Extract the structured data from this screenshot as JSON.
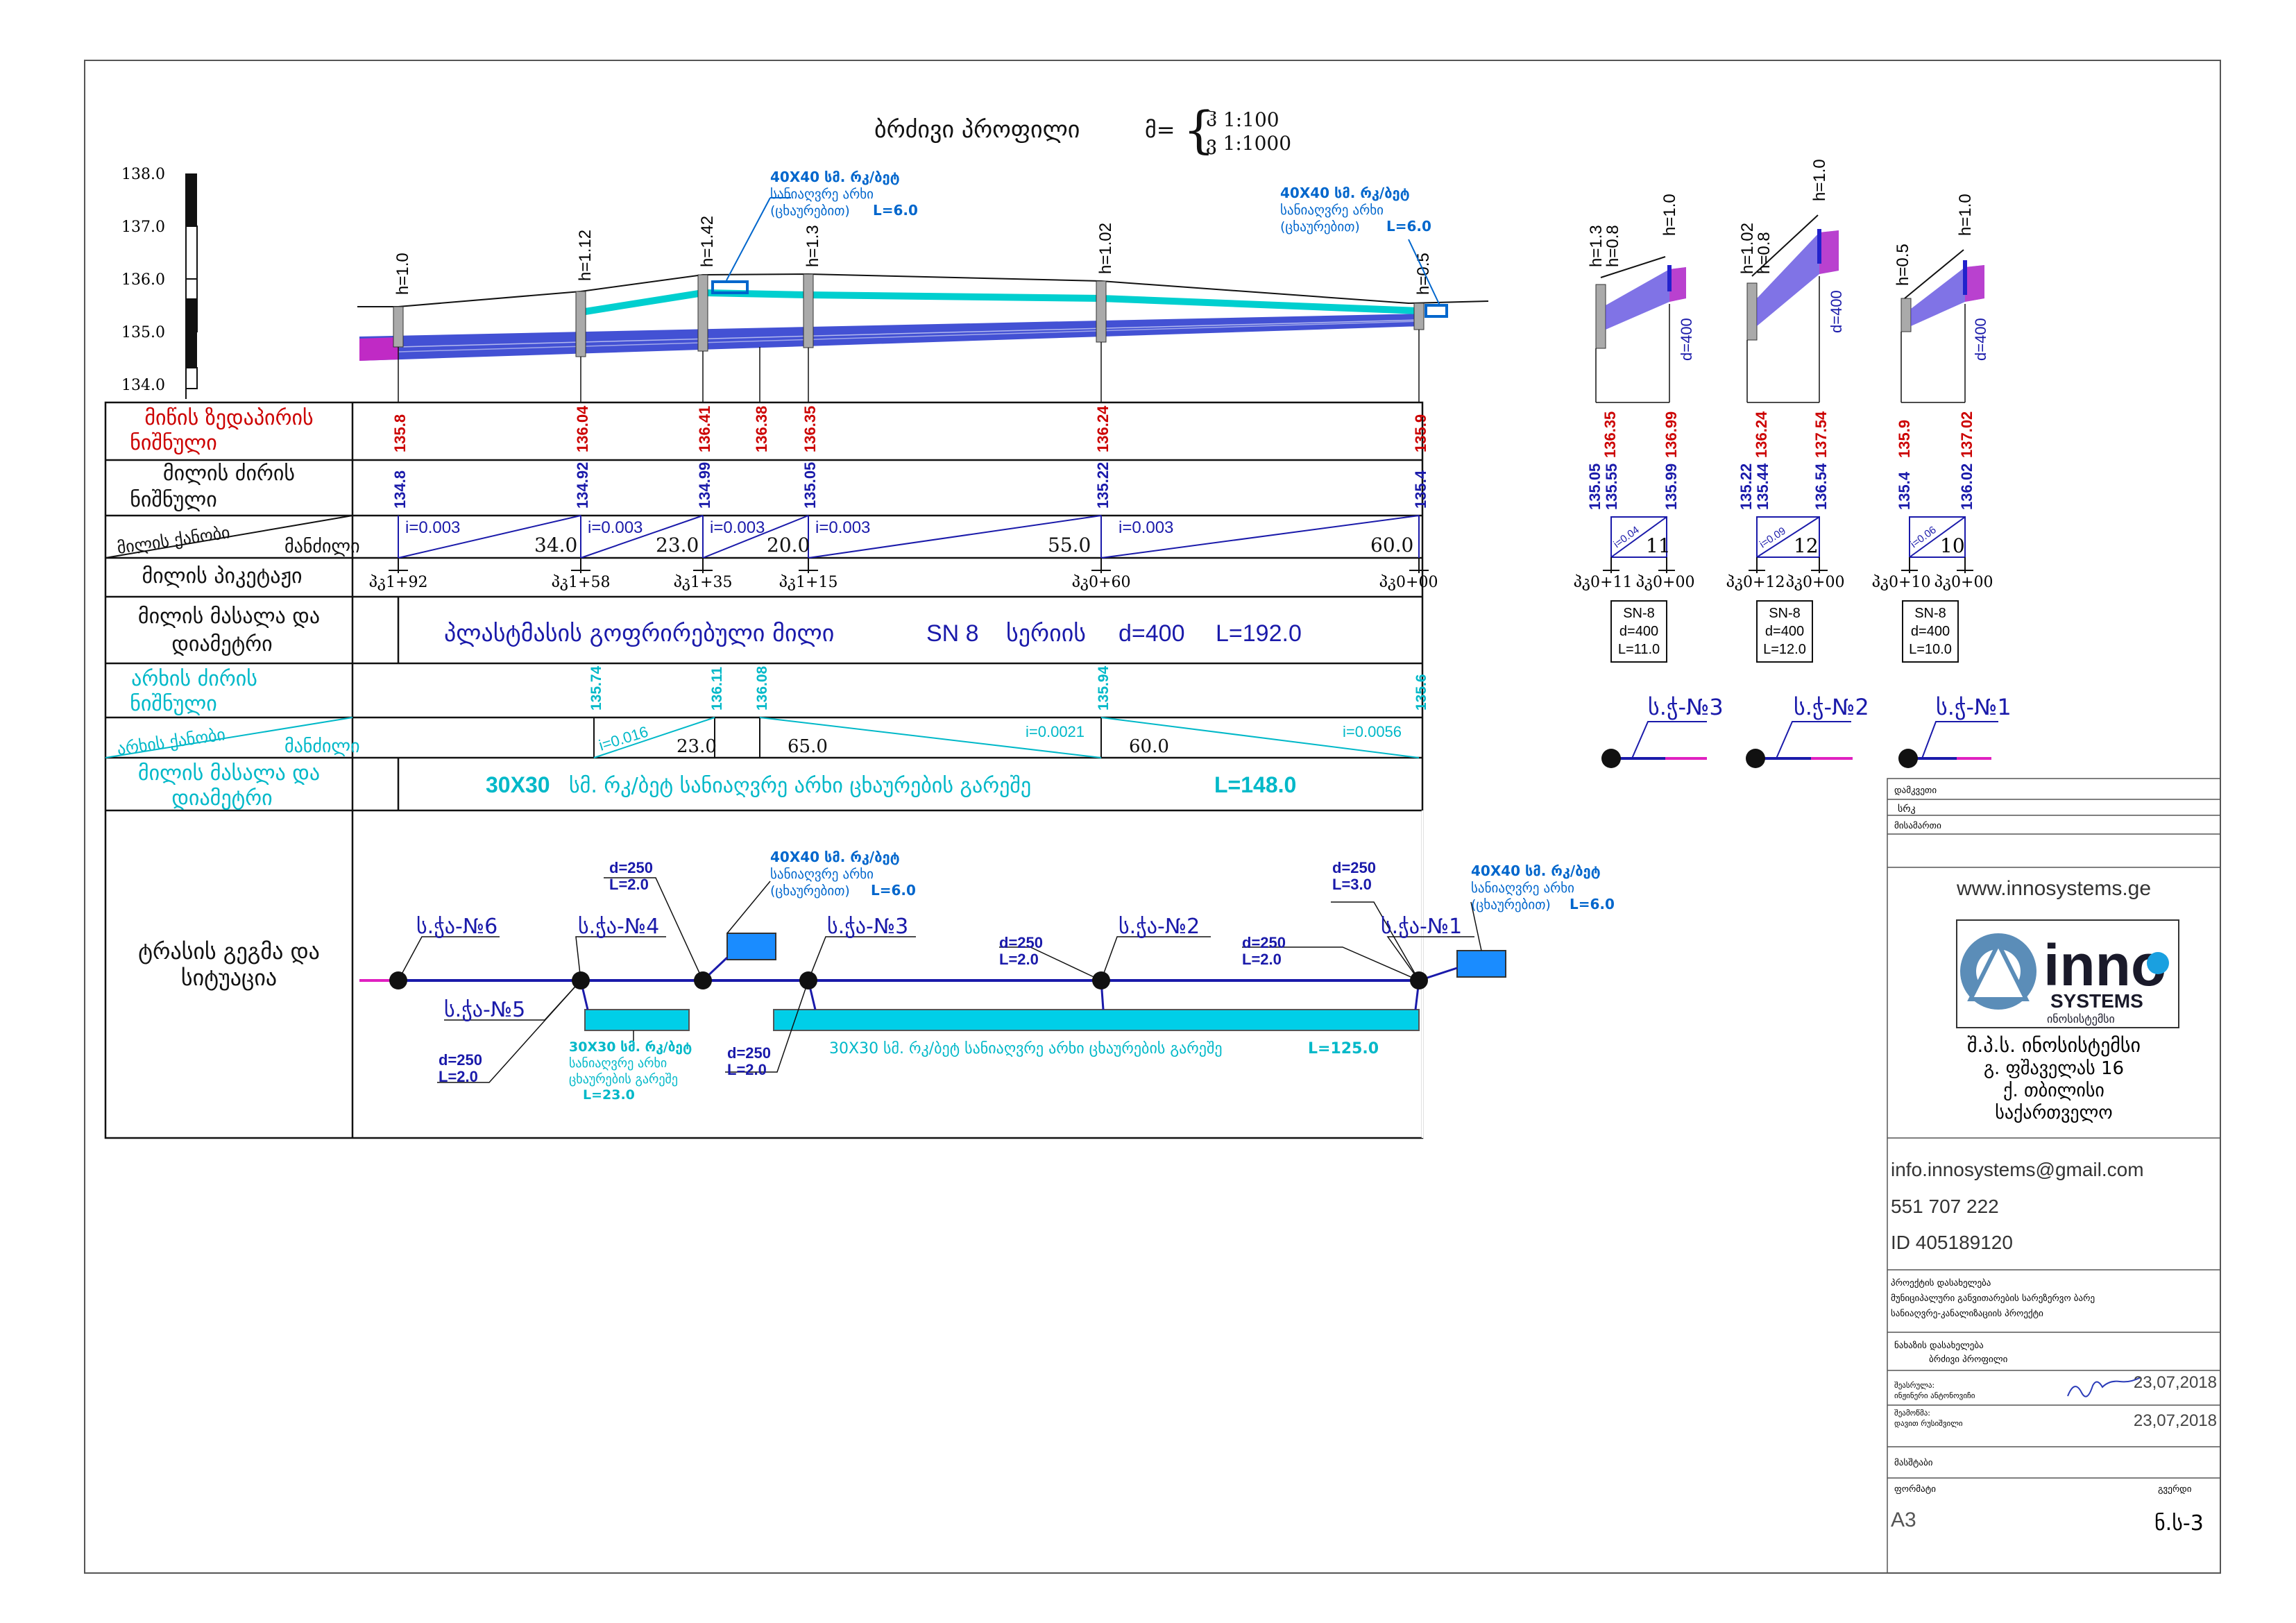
{
  "title": {
    "main": "ბრძივი პროფილი",
    "scale_prefix": "მ=",
    "scale_h": "ჰ 1:100",
    "scale_v": "ვ 1:1000"
  },
  "scale_ruler": [
    "138.0",
    "137.0",
    "136.0",
    "135.0",
    "134.0"
  ],
  "row_labels": {
    "ground_1": "მიწის ზედაპირის",
    "ground_2": "ნიშნული",
    "pipe_bottom_1": "მილის ძირის",
    "pipe_bottom_2": "ნიშნული",
    "slope_1": "მილის ქანობი",
    "slope_2": "მანძილი",
    "picket": "მილის პიკეტაჟი",
    "material_1": "მილის მასალა და",
    "material_2": "დიამეტრი",
    "ditch_bottom_1": "არხის ძირის",
    "ditch_bottom_2": "ნიშნული",
    "ditch_slope_1": "არხის ქანობი",
    "ditch_slope_2": "მანძილი",
    "ditch_material_1": "მილის მასალა და",
    "ditch_material_2": "დიამეტრი",
    "route_1": "ტრასის გეგმა და",
    "route_2": "სიტუაცია"
  },
  "wells": [
    {
      "h": "h=1.0",
      "ground": "135.8",
      "pipe": "134.8",
      "picket": "პკ1+92"
    },
    {
      "h": "h=1.12",
      "ground": "136.04",
      "pipe": "134.92",
      "picket": "პკ1+58"
    },
    {
      "h": "h=1.42",
      "ground": "136.41",
      "pipe": "134.99",
      "picket": "პკ1+35"
    },
    {
      "h": "h=1.3",
      "ground": "136.35",
      "pipe": "135.05",
      "picket": "პკ1+15"
    },
    {
      "h": "h=1.02",
      "ground": "136.24",
      "pipe": "135.22",
      "picket": "პკ0+60"
    },
    {
      "h": "h=0.5",
      "ground": "135.9",
      "pipe": "135.4",
      "picket": "პკ0+00"
    }
  ],
  "extra_ground": "136.38",
  "slopes": [
    {
      "i": "i=0.003",
      "d": "34.0"
    },
    {
      "i": "i=0.003",
      "d": "23.0"
    },
    {
      "i": "i=0.003",
      "d": "20.0"
    },
    {
      "i": "i=0.003",
      "d": "55.0"
    },
    {
      "i": "i=0.003",
      "d": "60.0"
    }
  ],
  "pipe_material": {
    "text": "პლასტმასის გოფრირებული მილი",
    "sn": "SN 8",
    "series": "სერიის",
    "d": "d=400",
    "L": "L=192.0"
  },
  "ditch_bottom": [
    "135.74",
    "136.11",
    "136.08",
    "135.94",
    "135.6"
  ],
  "ditch_slopes": [
    {
      "i": "i=0.016",
      "d": "23.0"
    },
    {
      "i": "",
      "d": "65.0"
    },
    {
      "i": "i=0.0021",
      "d": ""
    },
    {
      "i": "i=0.0056",
      "d": "60.0"
    }
  ],
  "ditch_material": {
    "size": "30X30",
    "text": "სმ. რკ/ბეტ სანიაღვრე არხი ცხაურების გარეშე",
    "L": "L=148.0"
  },
  "profile_callouts": {
    "c1_title": "40X40 სმ. რკ/ბეტ",
    "c1_l2": "სანიაღვრე არხი",
    "c1_l3": "(ცხაურებით)",
    "c1_L": "L=6.0",
    "c2_title": "40X40 სმ. რკ/ბეტ",
    "c2_l2": "სანიაღვრე არხი",
    "c2_l3": "(ცხაურებით)",
    "c2_L": "L=6.0"
  },
  "plan": {
    "wells": [
      "ს.ჭა-№6",
      "ს.ჭა-№5",
      "ს.ჭა-№4",
      "ს.ჭა-№3",
      "ს.ჭა-№2",
      "ს.ჭა-№1"
    ],
    "d250": "d=250",
    "L20": "L=2.0",
    "L30": "L=3.0",
    "ch_40_title": "40X40 სმ. რკ/ბეტ",
    "ch_40_l2": "სანიაღვრე არხი",
    "ch_40_l3": "(ცხაურებით)",
    "ch_40_L": "L=6.0",
    "ch_30_small_1": "30X30 სმ. რკ/ბეტ",
    "ch_30_small_2": "სანიაღვრე არხი",
    "ch_30_small_3": "ცხაურების გარეშე",
    "ch_30_small_L": "L=23.0",
    "ch_30_long": "30X30 სმ. რკ/ბეტ სანიაღვრე არხი ცხაურების გარეშე",
    "ch_30_long_L": "L=125.0"
  },
  "branches": [
    {
      "h1": "h=1.3",
      "h2": "h=0.8",
      "h3": "h=1.0",
      "d": "d=400",
      "ground1": "136.35",
      "ground2": "136.99",
      "pipe1": "135.05",
      "pipe2": "135.55",
      "pipe3": "135.99",
      "i": "i=0.04",
      "len": "11",
      "pk1": "პკ0+11",
      "pk2": "პკ0+00",
      "sn": "SN-8",
      "dd": "d=400",
      "L": "L=11.0",
      "label": "ს.ჭ-№3"
    },
    {
      "h1": "h=1.02",
      "h2": "h=0.8",
      "h3": "h=1.0",
      "d": "d=400",
      "ground1": "136.24",
      "ground2": "137.54",
      "pipe1": "135.22",
      "pipe2": "135.44",
      "pipe3": "136.54",
      "i": "i=0.09",
      "len": "12",
      "pk1": "პკ0+12",
      "pk2": "პკ0+00",
      "sn": "SN-8",
      "dd": "d=400",
      "L": "L=12.0",
      "label": "ს.ჭ-№2"
    },
    {
      "h1": "h=0.5",
      "h2": "",
      "h3": "h=1.0",
      "d": "d=400",
      "ground1": "135.9",
      "ground2": "137.02",
      "pipe1": "135.4",
      "pipe2": "",
      "pipe3": "136.02",
      "i": "i=0.06",
      "len": "10",
      "pk1": "პკ0+10",
      "pk2": "პკ0+00",
      "sn": "SN-8",
      "dd": "d=400",
      "L": "L=10.0",
      "label": "ს.ჭ-№1"
    }
  ],
  "title_block": {
    "r1": "დამკვეთი",
    "r2": "სრკ",
    "r3": "მისამართი",
    "website": "www.innosystems.ge",
    "logo_main": "inno",
    "logo_sub": "SYSTEMS",
    "logo_geo": "ინოსისტემსი",
    "company": "შ.პ.ს. ინოსისტემსი",
    "street": "გ. ფშაველას 16",
    "city": "ქ. თბილისი",
    "country": "საქართველო",
    "email": "info.innosystems@gmail.com",
    "phone": "551 707 222",
    "id": "ID 405189120",
    "project_l1": "პროექტის დასახელება",
    "project_l2": "მუნიციპალური განვითარების სარეზერვო ბარე",
    "project_l3": "სანიაღვრე-კანალიზაციის პროექტი",
    "drawing_l1": "ნახაზის დასახელება",
    "drawing_l2": "ბრძივი პროფილი",
    "author_role": "შეასრულა:",
    "author_name": "ინჟინერი ანტონოვიჩი",
    "date1": "23,07,2018",
    "check_role": "შეამოწმა:",
    "check_name": "დავით რუსიშვილი",
    "date2": "23,07,2018",
    "scale_label": "მასშტაბი",
    "format_label": "ფორმატი",
    "sheet_label": "გვერდი",
    "format": "A3",
    "sheet": "ნ.ს-3"
  }
}
